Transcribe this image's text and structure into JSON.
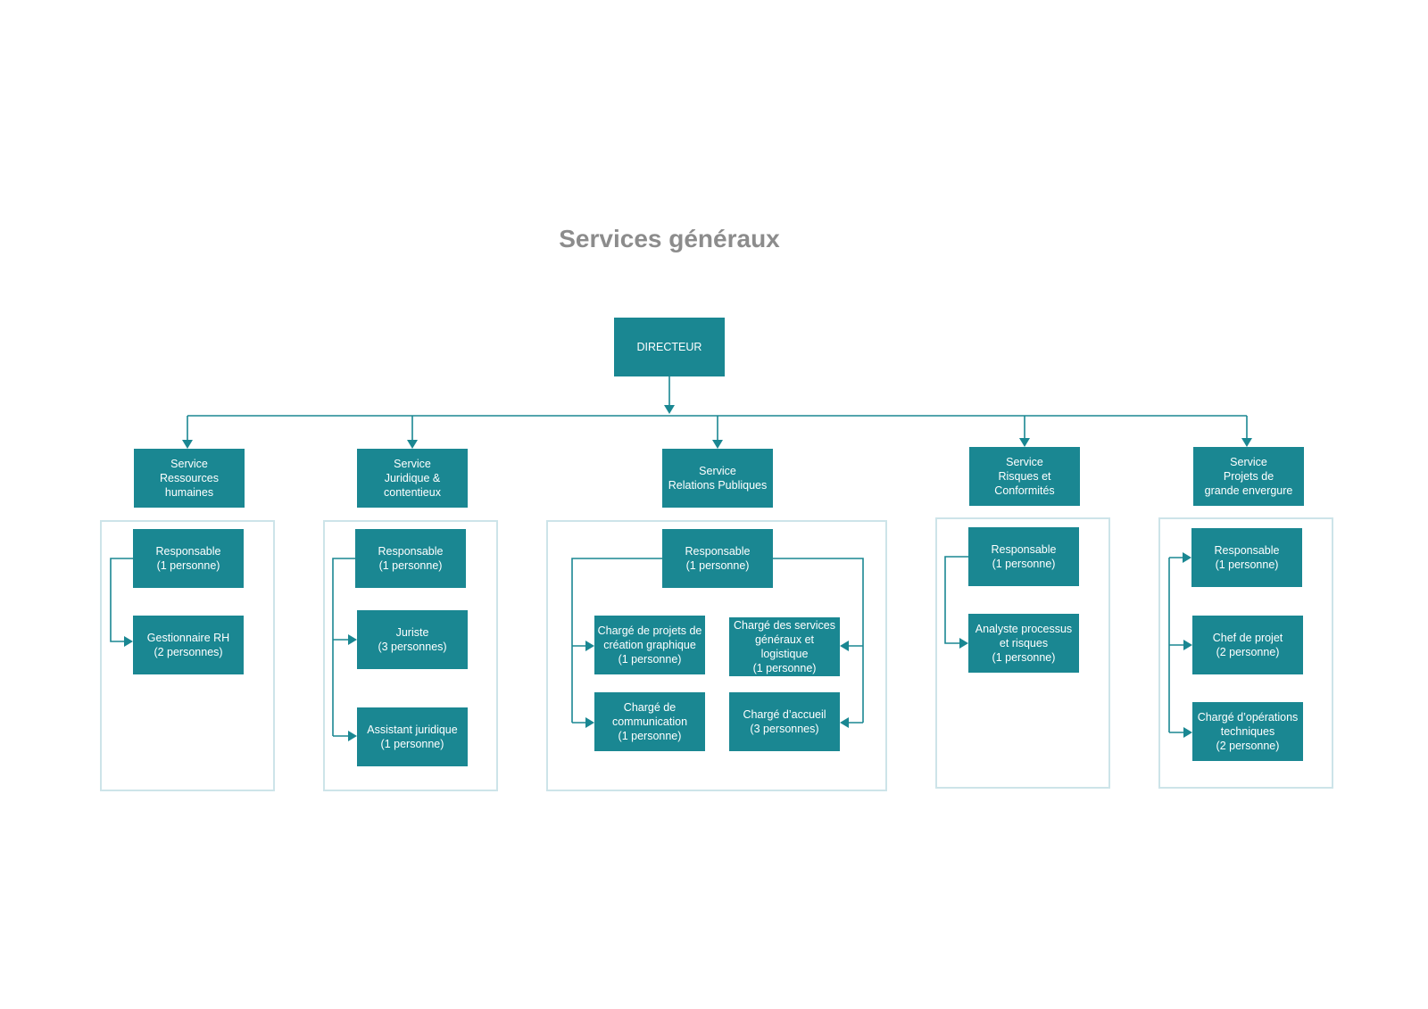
{
  "title": "Services généraux",
  "colors": {
    "box": "#1a8792",
    "line": "#1a8792",
    "group_border": "#cde4e9",
    "title": "#8c8c8c"
  },
  "director": {
    "label": "DIRECTEUR"
  },
  "services": [
    {
      "label": "Service\nRessources humaines",
      "members": [
        {
          "label": "Responsable\n(1 personne)"
        },
        {
          "label": "Gestionnaire RH\n(2 personnes)"
        }
      ]
    },
    {
      "label": "Service\nJuridique &\ncontentieux",
      "members": [
        {
          "label": "Responsable\n(1 personne)"
        },
        {
          "label": "Juriste\n(3 personnes)"
        },
        {
          "label": "Assistant juridique\n(1 personne)"
        }
      ]
    },
    {
      "label": "Service\nRelations Publiques",
      "members": [
        {
          "label": "Responsable\n(1 personne)"
        },
        {
          "label": "Chargé de projets de\ncréation graphique\n(1 personne)"
        },
        {
          "label": "Chargé des services\ngénéraux et logistique\n(1 personne)"
        },
        {
          "label": "Chargé de\ncommunication\n(1 personne)"
        },
        {
          "label": "Chargé d’accueil\n(3 personnes)"
        }
      ]
    },
    {
      "label": "Service\nRisques et\nConformités",
      "members": [
        {
          "label": "Responsable\n(1 personne)"
        },
        {
          "label": "Analyste processus\net risques\n(1 personne)"
        }
      ]
    },
    {
      "label": "Service\nProjets de\ngrande envergure",
      "members": [
        {
          "label": "Responsable\n(1 personne)"
        },
        {
          "label": "Chef de projet\n(2 personne)"
        },
        {
          "label": "Chargé d’opérations\ntechniques\n(2 personne)"
        }
      ]
    }
  ]
}
